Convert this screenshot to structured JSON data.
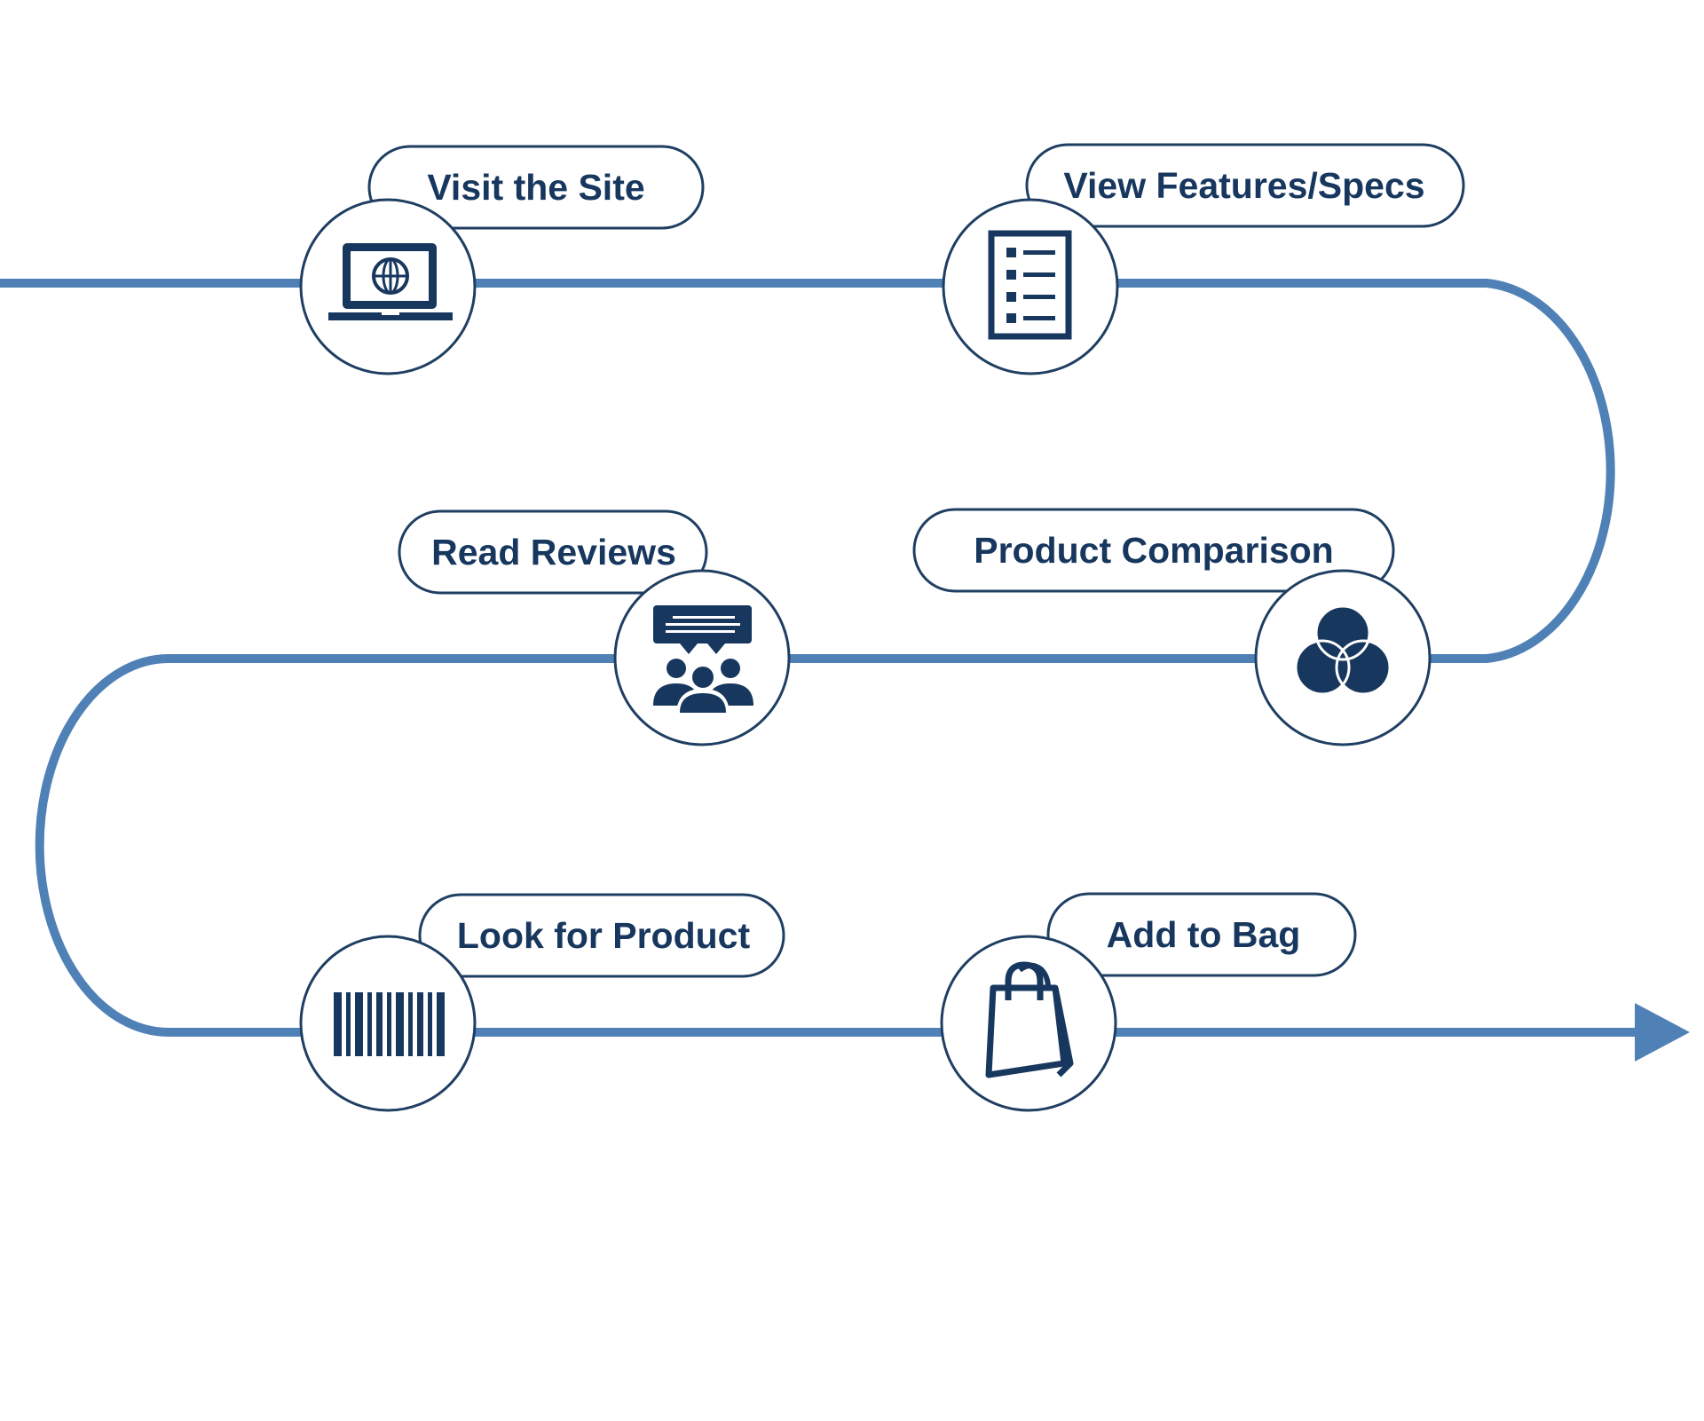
{
  "colors": {
    "path": "#4f81b7",
    "navy": "#17375e",
    "outline": "#1f3f62",
    "background": "#ffffff"
  },
  "steps": [
    {
      "id": "visit-site",
      "label": "Visit the Site",
      "icon": "laptop-globe-icon"
    },
    {
      "id": "view-features",
      "label": "View Features/Specs",
      "icon": "checklist-icon"
    },
    {
      "id": "product-comparison",
      "label": "Product Comparison",
      "icon": "venn-circles-icon"
    },
    {
      "id": "read-reviews",
      "label": "Read Reviews",
      "icon": "group-discussion-icon"
    },
    {
      "id": "look-for-product",
      "label": "Look for Product",
      "icon": "barcode-icon"
    },
    {
      "id": "add-to-bag",
      "label": "Add to Bag",
      "icon": "shopping-bag-icon"
    }
  ]
}
